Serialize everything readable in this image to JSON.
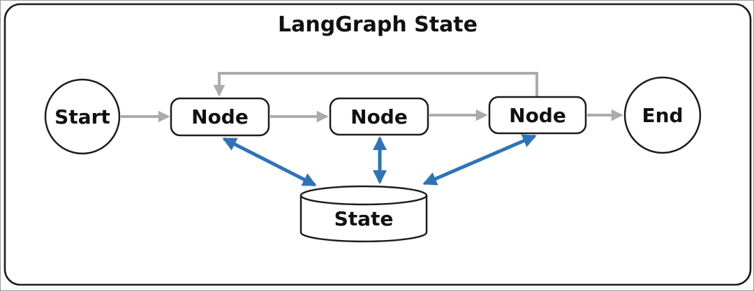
{
  "diagram": {
    "title": "LangGraph State",
    "start": {
      "label": "Start"
    },
    "nodes": [
      {
        "label": "Node"
      },
      {
        "label": "Node"
      },
      {
        "label": "Node"
      }
    ],
    "end": {
      "label": "End"
    },
    "state_store": {
      "label": "State"
    },
    "colors": {
      "flow_arrow": "#ababab",
      "state_arrow": "#2e74b5",
      "shape_stroke": "#1c1c1c",
      "shape_fill": "#ffffff"
    }
  }
}
